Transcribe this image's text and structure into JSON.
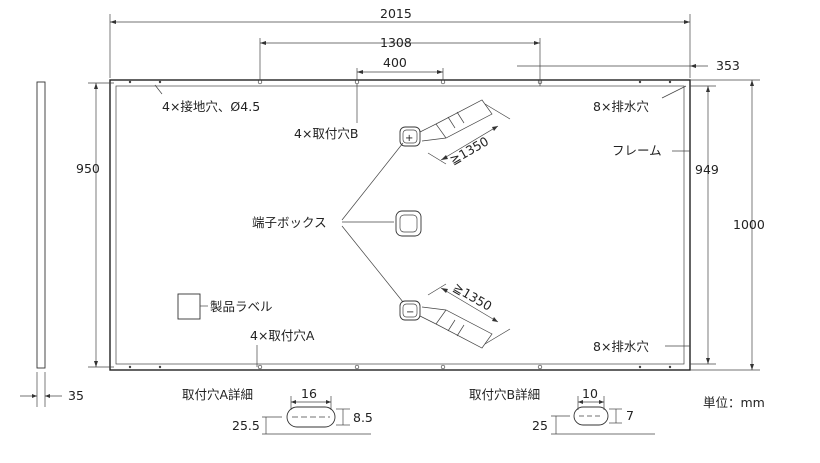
{
  "dimensions": {
    "total_width": "2015",
    "mount_b_spacing": "1308",
    "mount_b_inner": "400",
    "right_offset": "353",
    "left_height": "950",
    "right_inner_height": "949",
    "total_height": "1000",
    "side_thickness": "35",
    "cable_top": "≧1350",
    "cable_bottom": "≧1350"
  },
  "labels": {
    "ground_holes": "4×接地穴、Ø4.5",
    "mount_hole_b": "4×取付穴B",
    "drain_top": "8×排水穴",
    "frame": "フレーム",
    "junction_box": "端子ボックス",
    "product_label": "製品ラベル",
    "mount_hole_a": "4×取付穴A",
    "drain_bottom": "8×排水穴",
    "unit": "単位：mm"
  },
  "detail_a": {
    "title": "取付穴A詳細",
    "width": "16",
    "height": "8.5",
    "offset": "25.5"
  },
  "detail_b": {
    "title": "取付穴B詳細",
    "width": "10",
    "height": "7",
    "offset": "25"
  },
  "junction_symbols": {
    "plus": "+",
    "minus": "−"
  }
}
